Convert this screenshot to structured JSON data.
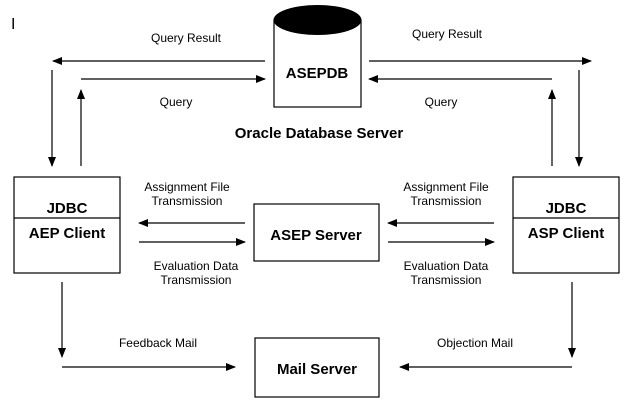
{
  "diagram": {
    "cursor_glyph": "I",
    "database": {
      "name": "ASEPDB",
      "caption": "Oracle Database Server"
    },
    "left_client": {
      "top_label": "JDBC",
      "bottom_label": "AEP Client"
    },
    "right_client": {
      "top_label": "JDBC",
      "bottom_label": "ASP Client"
    },
    "asep_server": {
      "label": "ASEP Server"
    },
    "mail_server": {
      "label": "Mail Server"
    },
    "edges": {
      "left_query_result": "Query Result",
      "left_query": "Query",
      "right_query_result": "Query Result",
      "right_query": "Query",
      "left_assignment_line1": "Assignment File",
      "left_assignment_line2": "Transmission",
      "left_evaluation_line1": "Evaluation Data",
      "left_evaluation_line2": "Transmission",
      "right_assignment_line1": "Assignment File",
      "right_assignment_line2": "Transmission",
      "right_evaluation_line1": "Evaluation Data",
      "right_evaluation_line2": "Transmission",
      "feedback_mail": "Feedback Mail",
      "objection_mail": "Objection Mail"
    }
  }
}
